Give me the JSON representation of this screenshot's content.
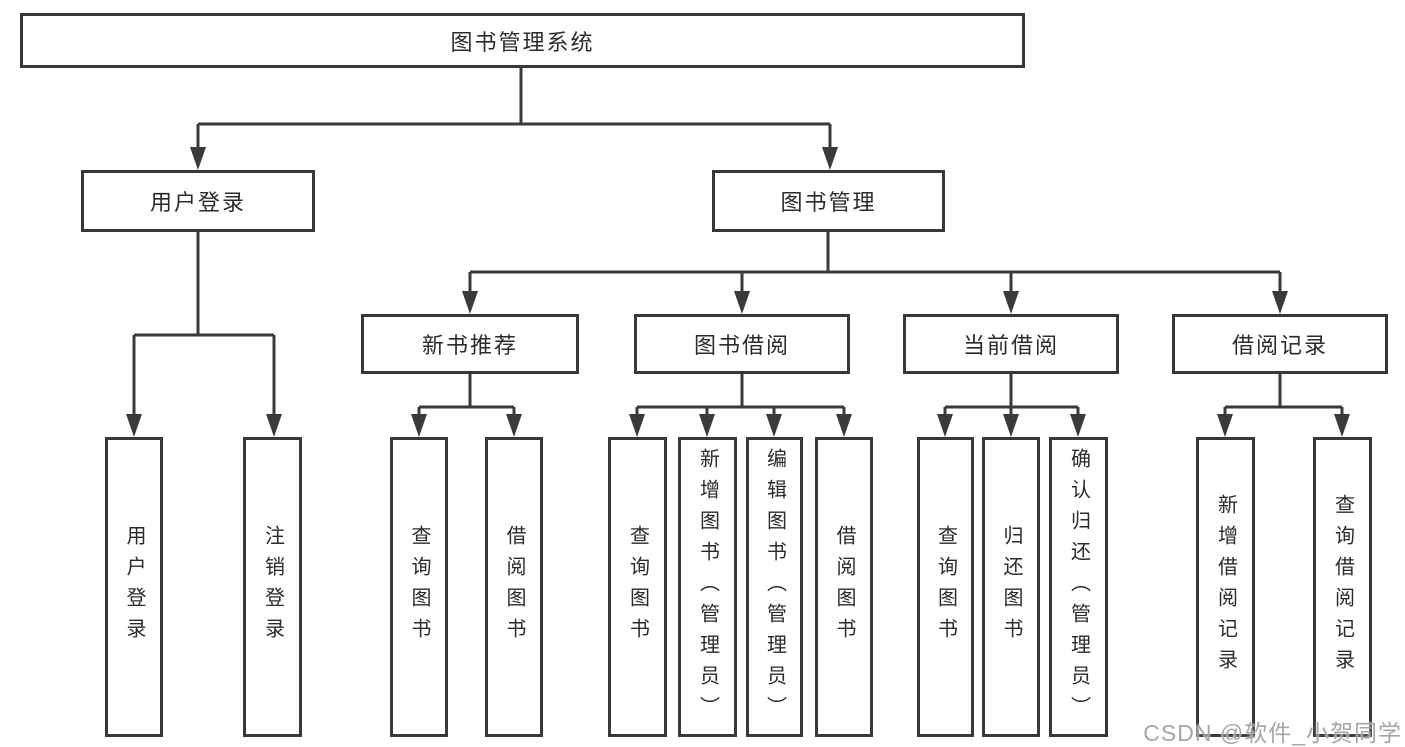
{
  "diagram": {
    "root": {
      "label": "图书管理系统"
    },
    "branches": [
      {
        "label": "用户登录",
        "children": [
          {
            "label": "用户登录"
          },
          {
            "label": "注销登录"
          }
        ]
      },
      {
        "label": "图书管理",
        "children": [
          {
            "label": "新书推荐",
            "children": [
              {
                "label": "查询图书"
              },
              {
                "label": "借阅图书"
              }
            ]
          },
          {
            "label": "图书借阅",
            "children": [
              {
                "label": "查询图书"
              },
              {
                "label": "新增图书（管理员）"
              },
              {
                "label": "编辑图书（管理员）"
              },
              {
                "label": "借阅图书"
              }
            ]
          },
          {
            "label": "当前借阅",
            "children": [
              {
                "label": "查询图书"
              },
              {
                "label": "归还图书"
              },
              {
                "label": "确认归还（管理员）"
              }
            ]
          },
          {
            "label": "借阅记录",
            "children": [
              {
                "label": "新增借阅记录"
              },
              {
                "label": "查询借阅记录"
              }
            ]
          }
        ]
      }
    ],
    "watermark": "CSDN @软件_小贺同学",
    "colors": {
      "line": "#3a3a3a",
      "border": "#383838",
      "text": "#2b2b2b",
      "watermark": "#9e9e9e",
      "background": "#ffffff"
    }
  }
}
